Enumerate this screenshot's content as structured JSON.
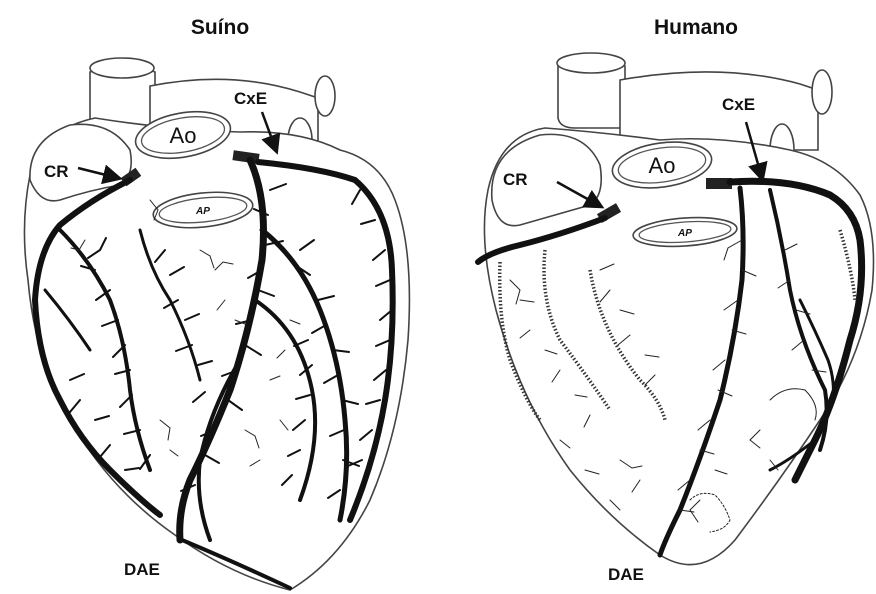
{
  "panels": [
    {
      "title": "Suíno",
      "labels": {
        "aorta": "Ao",
        "pulmonary_artery": "AP",
        "right_coronary": "CR",
        "left_circumflex": "CxE",
        "left_anterior_descending": "DAE"
      }
    },
    {
      "title": "Humano",
      "labels": {
        "aorta": "Ao",
        "pulmonary_artery": "AP",
        "right_coronary": "CR",
        "left_circumflex": "CxE",
        "left_anterior_descending": "DAE"
      }
    }
  ],
  "colors": {
    "vessel": "#111111",
    "outline": "#444444",
    "background": "#ffffff"
  }
}
